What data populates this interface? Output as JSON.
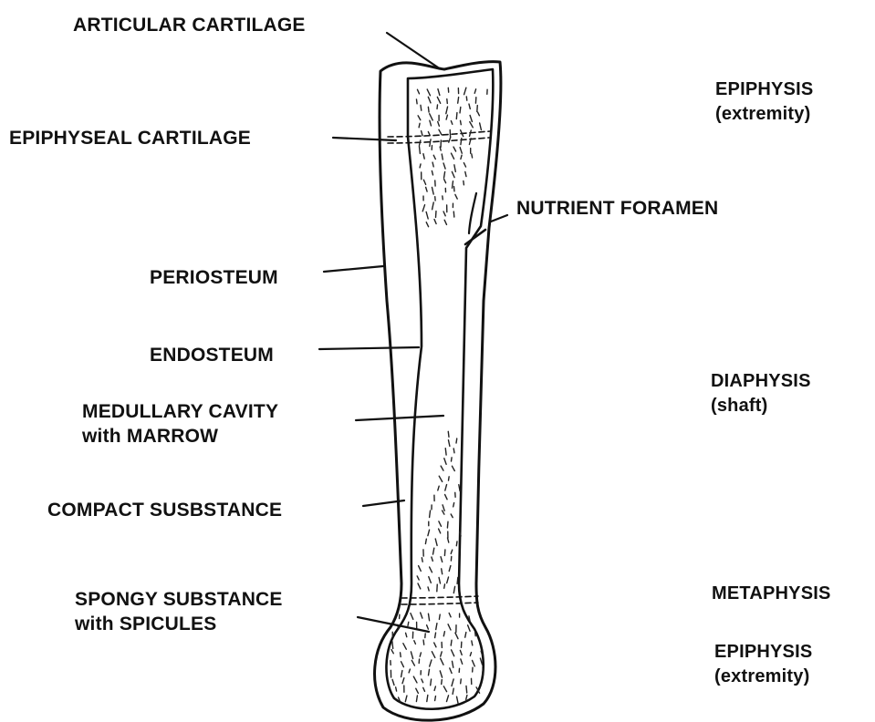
{
  "labels": {
    "articular_cartilage": "ARTICULAR CARTILAGE",
    "epiphyseal_cartilage": "EPIPHYSEAL CARTILAGE",
    "periosteum": "PERIOSTEUM",
    "endosteum": "ENDOSTEUM",
    "medullary_cavity": {
      "line1": "MEDULLARY CAVITY",
      "line2": "with MARROW"
    },
    "compact_substance": "COMPACT SUSBSTANCE",
    "spongy_substance": {
      "line1": "SPONGY SUBSTANCE",
      "line2": "with SPICULES"
    },
    "nutrient_foramen": "NUTRIENT FORAMEN"
  },
  "regions": {
    "epiphysis_top": {
      "line1": "EPIPHYSIS",
      "line2": "(extremity)"
    },
    "diaphysis": {
      "line1": "DIAPHYSIS",
      "line2": "(shaft)"
    },
    "metaphysis": "METAPHYSIS",
    "epiphysis_bottom": {
      "line1": "EPIPHYSIS",
      "line2": "(extremity)"
    }
  }
}
